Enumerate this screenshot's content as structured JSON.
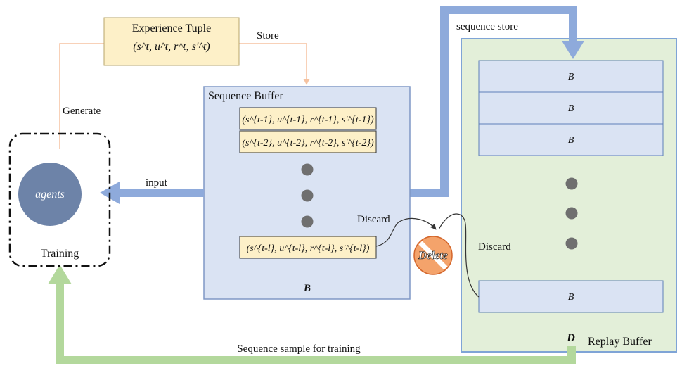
{
  "experience": {
    "title": "Experience Tuple",
    "formula": "(s^t, u^t, r^t, s'^t)"
  },
  "labels": {
    "store": "Store",
    "generate": "Generate",
    "input": "input",
    "sequence_store": "sequence store",
    "discard_left": "Discard",
    "discard_right": "Discard",
    "sample": "Sequence sample for training",
    "training": "Training",
    "agents": "agents",
    "delete": "Delete"
  },
  "sequence_buffer": {
    "title": "Sequence Buffer",
    "rows": [
      "(s^{t-1}, u^{t-1}, r^{t-1}, s'^{t-1})",
      "(s^{t-2}, u^{t-2}, r^{t-2}, s'^{t-2})",
      "(s^{t-l}, u^{t-l}, r^{t-l}, s'^{t-l})"
    ],
    "symbol": "B"
  },
  "replay_buffer": {
    "title": "Replay Buffer",
    "symbol": "D",
    "items": [
      "B",
      "B",
      "B",
      "B"
    ]
  },
  "colors": {
    "buffer_fill": "#dae3f3",
    "buffer_stroke": "#7f97c5",
    "tuple_fill": "#fdf0c8",
    "replay_fill": "#e3efd9",
    "replay_stroke": "#7fa4d6",
    "blue_arrow": "#8eaadb",
    "green_arrow": "#b3d89c",
    "agent_fill": "#6d83a8",
    "dot_fill": "#6f6f6f",
    "delete_fill": "#f4a36b",
    "orange_line": "#f5c2a0"
  }
}
